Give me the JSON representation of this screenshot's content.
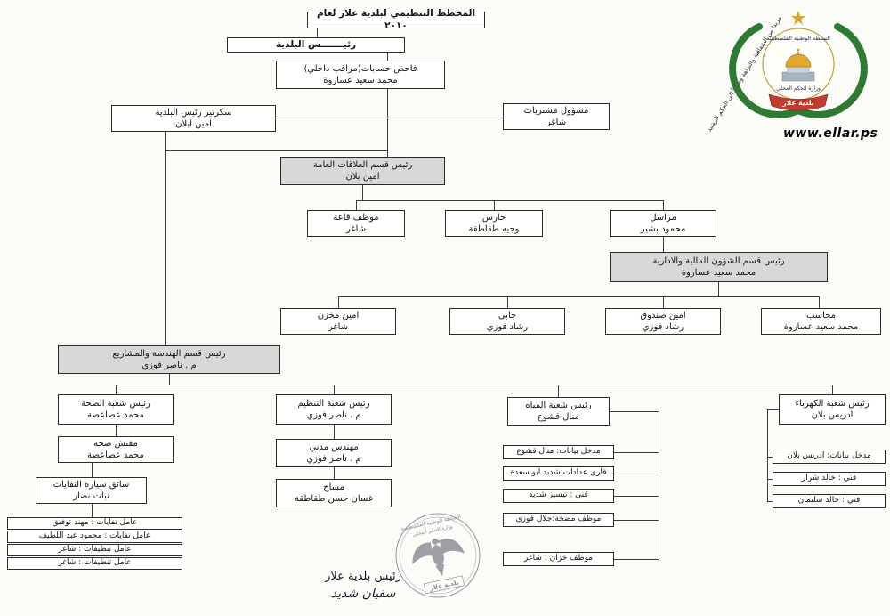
{
  "chart": {
    "title": "المخطط التنظيمي لبلدية علار لعام ٢٠١٠"
  },
  "org": {
    "mayor": {
      "title": "رئيـــــــس البلدية"
    },
    "auditor": {
      "title": "فاحص حسابات(مراقب داخلي)",
      "name": "محمد سعيد عساروة"
    },
    "secretary": {
      "title": "سكرتير رئيس البلدية",
      "name": "امين ابلان"
    },
    "purchasing": {
      "title": "مسؤول مشتريات",
      "name": "شاغر"
    },
    "pr_head": {
      "title": "رئيس قسم العلاقات العامة",
      "name": "امين بلان"
    },
    "hall_employee": {
      "title": "موظف قاعة",
      "name": "شاغر"
    },
    "guard": {
      "title": "حارس",
      "name": "وجيه طقاطقة"
    },
    "messenger": {
      "title": "مراسل",
      "name": "محمود بشير"
    },
    "finance_admin_head": {
      "title": "رئيس قسم الشؤون المالية والادارية",
      "name": "محمد سعيد عساروة"
    },
    "storekeeper": {
      "title": "امين مخزن",
      "name": "شاغر"
    },
    "collector": {
      "title": "جابي",
      "name": "رشاد فوزي"
    },
    "treasurer": {
      "title": "امين صندوق",
      "name": "رشاد فوزي"
    },
    "accountant": {
      "title": "محاسب",
      "name": "محمد سعيد عساروة"
    },
    "engineering_head": {
      "title": "رئيس قسم الهندسة والمشاريع",
      "name": "م . ناصر فوزي"
    },
    "health_head": {
      "title": "رئيس شعبة الصحة",
      "name": "محمد عصاعصة"
    },
    "health_inspector": {
      "title": "مفتش صحة",
      "name": "محمد عصاعصة"
    },
    "waste_driver": {
      "title": "سائق سيارة النفايات",
      "name": "نبات نصار"
    },
    "waste_worker_1": {
      "label": "عامل نفايات : مهند توفيق"
    },
    "waste_worker_2": {
      "label": "عامل نفايات : محمود عبد اللطيف"
    },
    "cleaner_1": {
      "label": "عامل تنظيفات : شاغر"
    },
    "cleaner_2": {
      "label": "عامل تنظيفات : شاغر"
    },
    "planning_head": {
      "title": "رئيس شعبة التنظيم",
      "name": "م . ناصر فوزي"
    },
    "civil_engineer": {
      "title": "مهندس مدني",
      "name": "م . ناصر فوزي"
    },
    "surveyor": {
      "title": "مساح",
      "name": "غسان حسن طقاطقة"
    },
    "water_head": {
      "title": "رئيس شعبة المياه",
      "name": "منال قشوع"
    },
    "water_data_entry": {
      "label": "مدخل بيانات: منال قشوع"
    },
    "meter_reader": {
      "label": "قارى عدادات:شديد ابو سعدة"
    },
    "water_technician": {
      "label": "فني : تيسير شديد"
    },
    "pump_operator": {
      "label": "موظف مضخة:جلال فوزي"
    },
    "tank_operator": {
      "label": "موظف خزان : شاغر"
    },
    "electricity_head": {
      "title": "رئيس شعبة الكهرباء",
      "name": "ادريس بلان"
    },
    "electricity_data_entry": {
      "label": "مدخل بيانات: ادريس بلان"
    },
    "electricity_tech_1": {
      "label": "فني : خالد شرار"
    },
    "electricity_tech_2": {
      "label": "فني : خالد سليمان"
    }
  },
  "emblem": {
    "authority": "السلطة الوطنية الفلسطينية",
    "ministry": "وزارة الحكم المحلي",
    "municipality": "بلدية علار",
    "slogan": "مزيدا من الشفافية والنزاهة وصولاً الى الحكم الرشيد",
    "website": "www.ellar.ps"
  },
  "stamp": {
    "authority": "السلطة الوطنية الفلسطينية",
    "ministry": "وزارة الحكم المحلي",
    "municipality": "بلدية علار"
  },
  "signature": {
    "title": "رئيس بلدية علار",
    "name": "سفيان شديد"
  }
}
